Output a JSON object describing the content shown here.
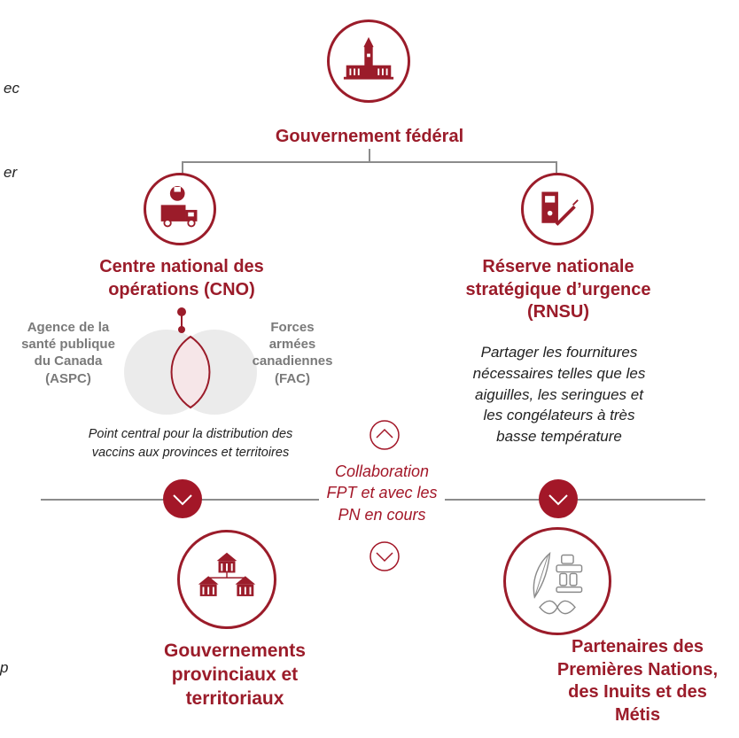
{
  "edge_fragments": {
    "top": "ec",
    "middle": "er",
    "bottom": "p"
  },
  "federal": {
    "title": "Gouvernement fédéral",
    "icon": "parliament-icon"
  },
  "cno": {
    "icon": "truck-wrench-icon",
    "title_lines": [
      "Centre national des",
      "opérations (CNO)"
    ],
    "left_partner": [
      "Agence de la",
      "santé publique",
      "du Canada",
      "(ASPC)"
    ],
    "right_partner": [
      "Forces",
      "armées",
      "canadiennes",
      "(FAC)"
    ],
    "description": [
      "Point central pour la distribution des",
      "vaccins aux provinces et territoires"
    ]
  },
  "rnsu": {
    "icon": "syringe-cooler-icon",
    "title_lines": [
      "Réserve nationale",
      "stratégique d’urgence",
      "(RNSU)"
    ],
    "description": [
      "Partager les fournitures",
      "nécessaires telles que les",
      "aiguilles, les seringues et",
      "les congélateurs à très",
      "basse température"
    ]
  },
  "collaboration": {
    "lines": [
      "Collaboration",
      "FPT et avec les",
      "PN en cours"
    ]
  },
  "provinces": {
    "icon": "government-buildings-icon",
    "title_lines": [
      "Gouvernements",
      "provinciaux et",
      "territoriaux"
    ]
  },
  "indigenous": {
    "icon": "inukshuk-feather-infinity-icon",
    "title_lines": [
      "Partenaires des",
      "Premières Nations,",
      "des Inuits et des",
      "Métis"
    ]
  },
  "colors": {
    "accent": "#9b1c2a",
    "line": "#8c8c8c",
    "gray_text": "#7a7a7a"
  }
}
